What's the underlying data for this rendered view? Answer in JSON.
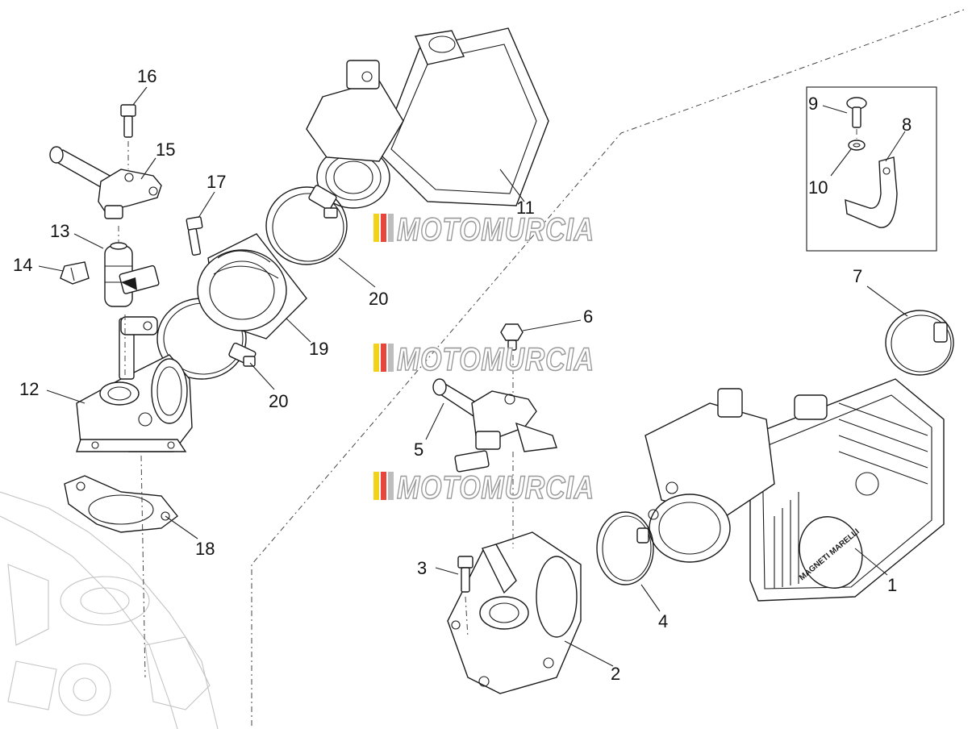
{
  "diagram": {
    "callouts": [
      "1",
      "2",
      "3",
      "4",
      "5",
      "6",
      "7",
      "8",
      "9",
      "10",
      "11",
      "12",
      "13",
      "14",
      "15",
      "16",
      "17",
      "18",
      "19",
      "20",
      "20"
    ],
    "watermarks": [
      "MOTOMURCIA",
      "MOTOMURCIA",
      "MOTOMURCIA"
    ],
    "part_inscriptions": [
      "MAGNETI MARELLI"
    ],
    "colors": {
      "line": "#1a1a1a",
      "watermark_outline": "#9a9a9a",
      "watermark_stripes": [
        "#f2d21b",
        "#e8463a",
        "#bdbdbd"
      ],
      "background_engine": "#c4c4c4"
    }
  }
}
